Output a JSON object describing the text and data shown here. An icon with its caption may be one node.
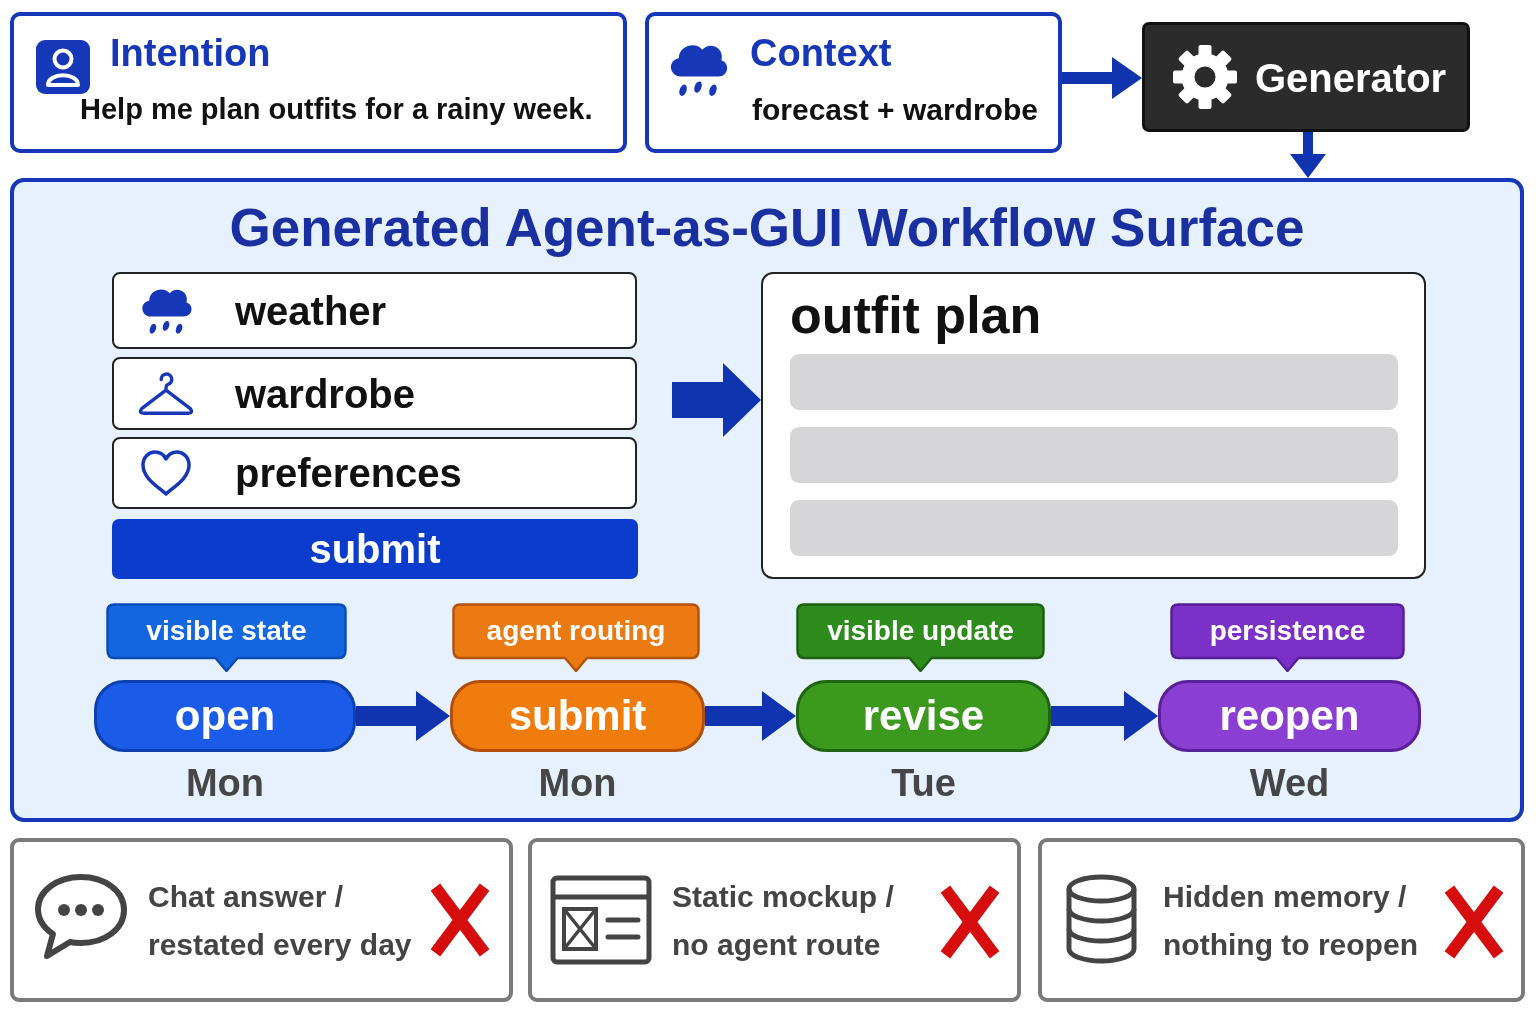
{
  "diagram": {
    "nodes": [
      {
        "text": [
          "Intention",
          "Help me plan outfits for a rainy week."
        ]
      },
      {
        "text": [
          "Context",
          "forecast + wardrobe"
        ]
      },
      {
        "text": [
          "Generator"
        ]
      },
      {
        "text": [
          "Generated Agent-as-GUI Workflow Surface"
        ]
      },
      {
        "text": [
          "weather"
        ],
        "in": 3
      },
      {
        "text": [
          "wardrobe"
        ],
        "in": 3
      },
      {
        "text": [
          "preferences"
        ],
        "in": 3
      },
      {
        "text": [
          "submit"
        ],
        "in": 3
      },
      {
        "text": [
          "outfit plan"
        ],
        "in": 3
      },
      {
        "text": [
          "visible state"
        ],
        "in": 3
      },
      {
        "text": [
          "agent routing"
        ],
        "in": 3
      },
      {
        "text": [
          "visible update"
        ],
        "in": 3
      },
      {
        "text": [
          "persistence"
        ],
        "in": 3
      },
      {
        "text": [
          "open"
        ],
        "in": 3,
        "beside": [
          "Mon"
        ]
      },
      {
        "text": [
          "submit"
        ],
        "in": 3,
        "beside": [
          "Mon"
        ]
      },
      {
        "text": [
          "revise"
        ],
        "in": 3,
        "beside": [
          "Tue"
        ]
      },
      {
        "text": [
          "reopen"
        ],
        "in": 3,
        "beside": [
          "Wed"
        ]
      },
      {
        "text": [
          "Chat answer / restated every day"
        ]
      },
      {
        "text": [
          "Static mockup / no agent route"
        ]
      },
      {
        "text": [
          "Hidden memory / nothing to reopen"
        ]
      }
    ],
    "edges": [
      {
        "from": 1,
        "to": 2,
        "arrow": "to"
      },
      {
        "from": 2,
        "to": 3,
        "arrow": "to"
      },
      {
        "from": null,
        "to": 8,
        "arrow": "to"
      },
      {
        "from": 13,
        "to": 14,
        "arrow": "to"
      },
      {
        "from": 14,
        "to": 15,
        "arrow": "to"
      },
      {
        "from": 15,
        "to": 16,
        "arrow": "to"
      }
    ]
  }
}
